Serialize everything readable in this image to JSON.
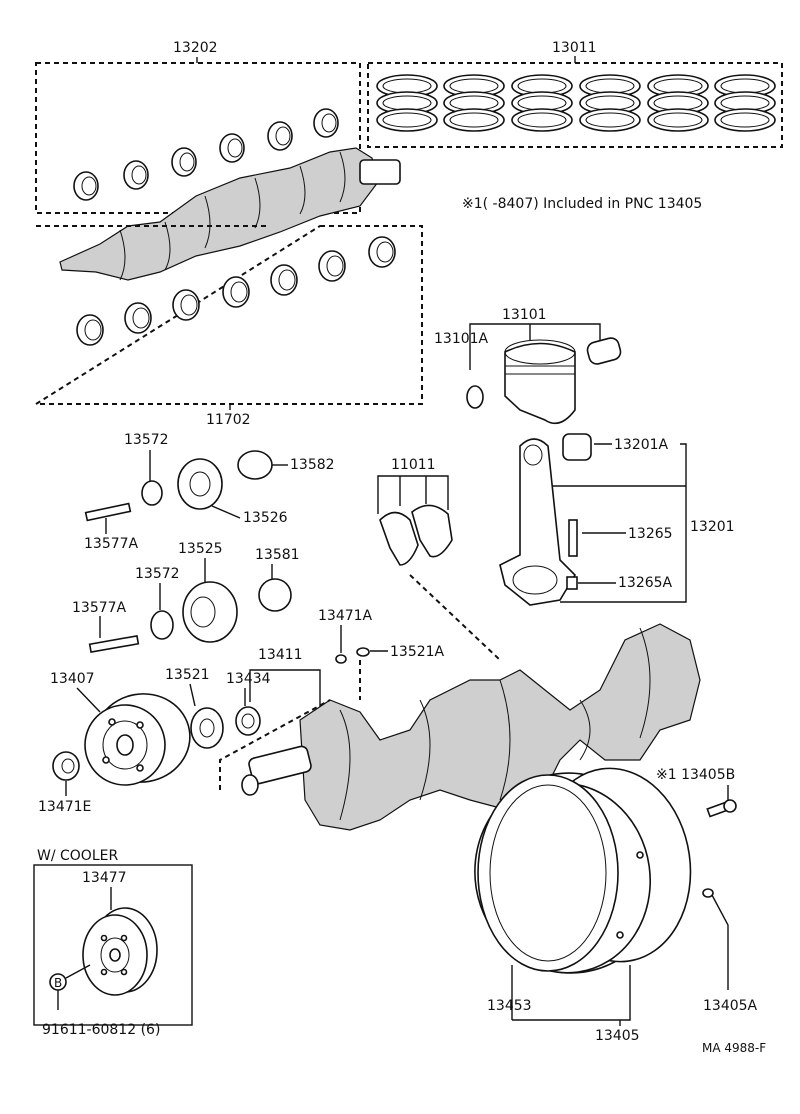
{
  "labels": {
    "p13202": "13202",
    "p13011": "13011",
    "p11702": "11702",
    "note": "※1(      -8407) Included in PNC 13405",
    "p13101": "13101",
    "p13101A": "13101A",
    "p13572a": "13572",
    "p13582": "13582",
    "p13577Aa": "13577A",
    "p13526": "13526",
    "p13525": "13525",
    "p13581": "13581",
    "p13572b": "13572",
    "p13577Ab": "13577A",
    "p11011": "11011",
    "p13201A": "13201A",
    "p13265": "13265",
    "p13201": "13201",
    "p13265A": "13265A",
    "p13471A": "13471A",
    "p13521A": "13521A",
    "p13411": "13411",
    "p13407": "13407",
    "p13521": "13521",
    "p13434": "13434",
    "p13471E": "13471E",
    "p13405B": "※1 13405B",
    "wcooler": "W/ COOLER",
    "p13477": "13477",
    "b_mark": "B",
    "p91611": "91611-60812 (6)",
    "p13453": "13453",
    "p13405": "13405",
    "p13405A": "13405A",
    "ref": "MA  4988-F"
  }
}
